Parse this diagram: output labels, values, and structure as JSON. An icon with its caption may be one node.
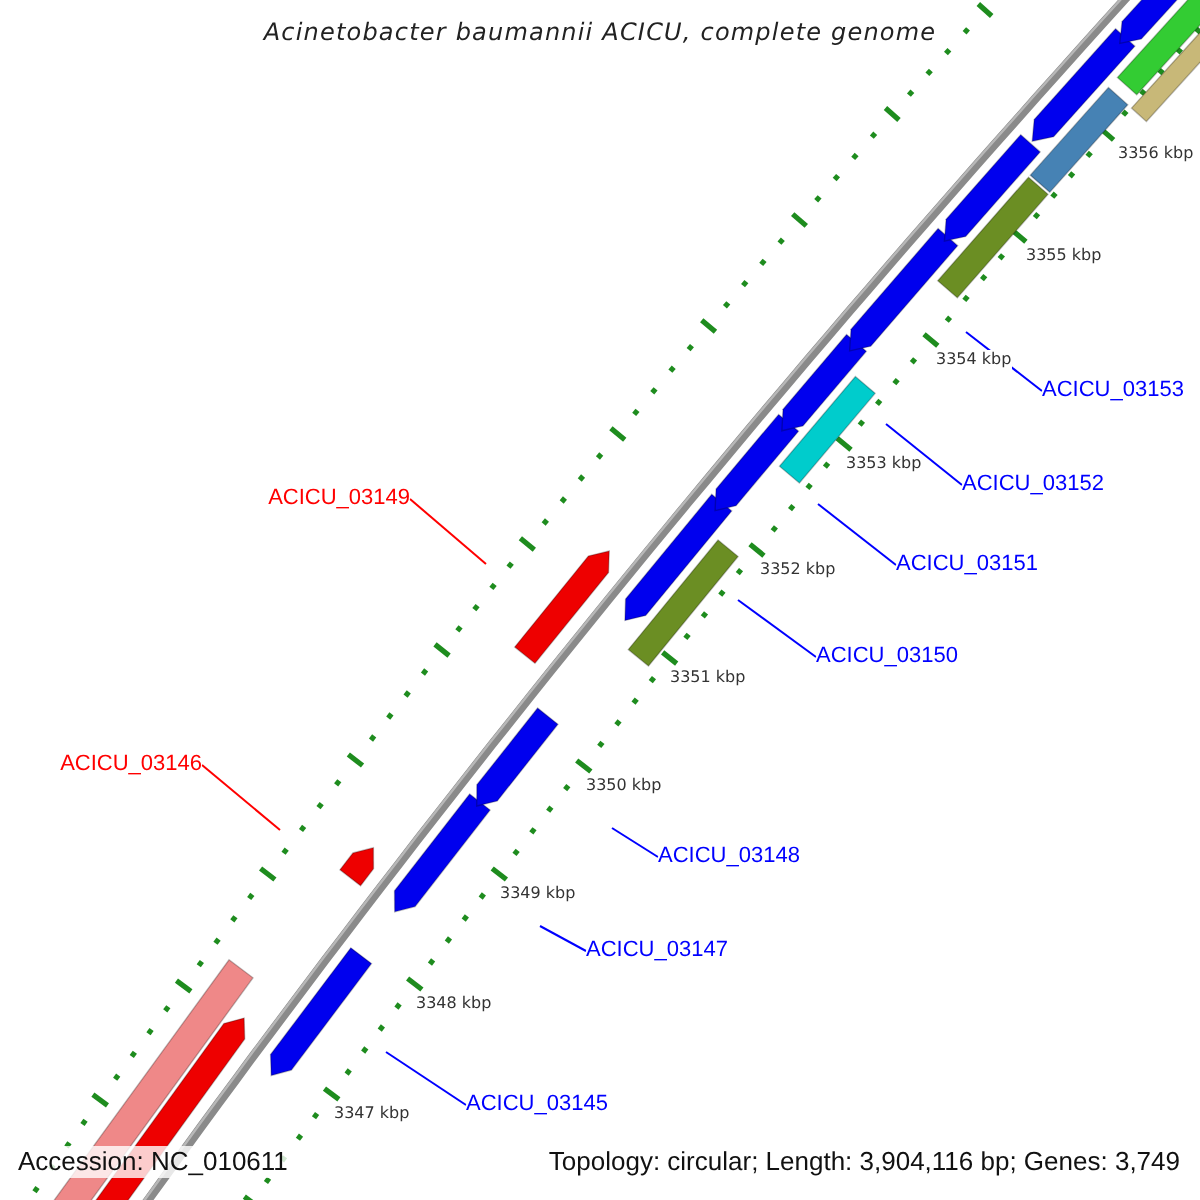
{
  "diagram": {
    "title": "Acinetobacter baumannii ACICU, complete genome",
    "nodes": [
      {
        "text": [
          "ACICU_03153"
        ]
      },
      {
        "text": [
          "ACICU_03152"
        ]
      },
      {
        "text": [
          "ACICU_03149"
        ]
      },
      {
        "text": [
          "ACICU_03151"
        ]
      },
      {
        "text": [
          "ACICU_03150"
        ]
      },
      {
        "text": [
          "ACICU_03146"
        ]
      },
      {
        "text": [
          "ACICU_03148"
        ]
      },
      {
        "text": [
          "ACICU_03147"
        ]
      },
      {
        "text": [
          "ACICU_03145"
        ]
      }
    ],
    "edges": [
      {
        "from": 0,
        "to": null,
        "arrow": "none"
      },
      {
        "from": 1,
        "to": null,
        "arrow": "none"
      },
      {
        "from": 2,
        "to": null,
        "arrow": "none",
        "color": "#ff0000"
      },
      {
        "from": 3,
        "to": null,
        "arrow": "none"
      },
      {
        "from": 4,
        "to": null,
        "arrow": "none"
      },
      {
        "from": 5,
        "to": null,
        "arrow": "none",
        "color": "#ff0000"
      },
      {
        "from": 6,
        "to": null,
        "arrow": "none"
      },
      {
        "from": 7,
        "to": null,
        "arrow": "none"
      },
      {
        "from": 8,
        "to": null,
        "arrow": "none"
      }
    ],
    "labels": [
      "3356 kbp",
      "3355 kbp",
      "3354 kbp",
      "3353 kbp",
      "3352 kbp",
      "3351 kbp",
      "3350 kbp",
      "3349 kbp",
      "3348 kbp",
      "3347 kbp",
      "Accession: NC_010611",
      "Topology: circular; Length: 3,904,116 bp; Genes: 3,749"
    ]
  }
}
